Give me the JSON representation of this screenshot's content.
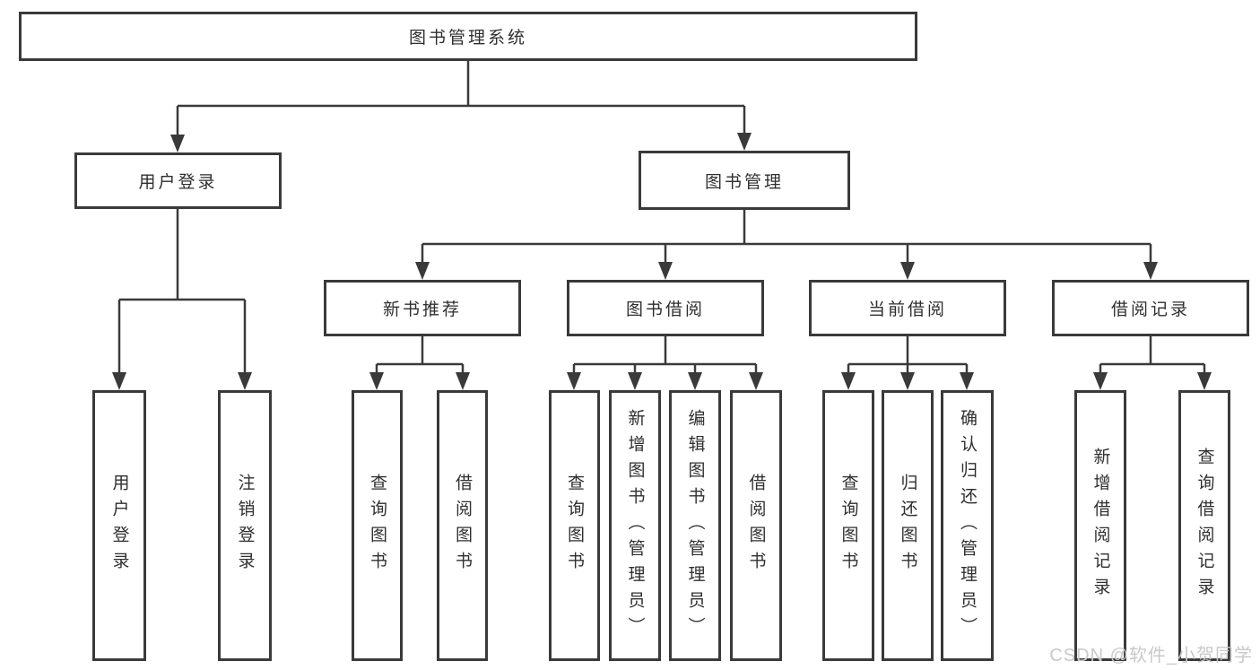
{
  "diagram": {
    "watermark": "CSDN @软件_小贺同学",
    "colors": {
      "line": "#3a3a3a",
      "text": "#2f2f2f",
      "box_background": "#ffffff",
      "watermark": "#c9c9c9"
    },
    "tree": {
      "label": "图书管理系统",
      "children": [
        {
          "label": "用户登录",
          "children": [
            {
              "label": "用户登录"
            },
            {
              "label": "注销登录"
            }
          ]
        },
        {
          "label": "图书管理",
          "children": [
            {
              "label": "新书推荐",
              "children": [
                {
                  "label": "查询图书"
                },
                {
                  "label": "借阅图书"
                }
              ]
            },
            {
              "label": "图书借阅",
              "children": [
                {
                  "label": "查询图书"
                },
                {
                  "label": "新增图书（管理员）"
                },
                {
                  "label": "编辑图书（管理员）"
                },
                {
                  "label": "借阅图书"
                }
              ]
            },
            {
              "label": "当前借阅",
              "children": [
                {
                  "label": "查询图书"
                },
                {
                  "label": "归还图书"
                },
                {
                  "label": "确认归还（管理员）"
                }
              ]
            },
            {
              "label": "借阅记录",
              "children": [
                {
                  "label": "新增借阅记录"
                },
                {
                  "label": "查询借阅记录"
                }
              ]
            }
          ]
        }
      ]
    }
  }
}
